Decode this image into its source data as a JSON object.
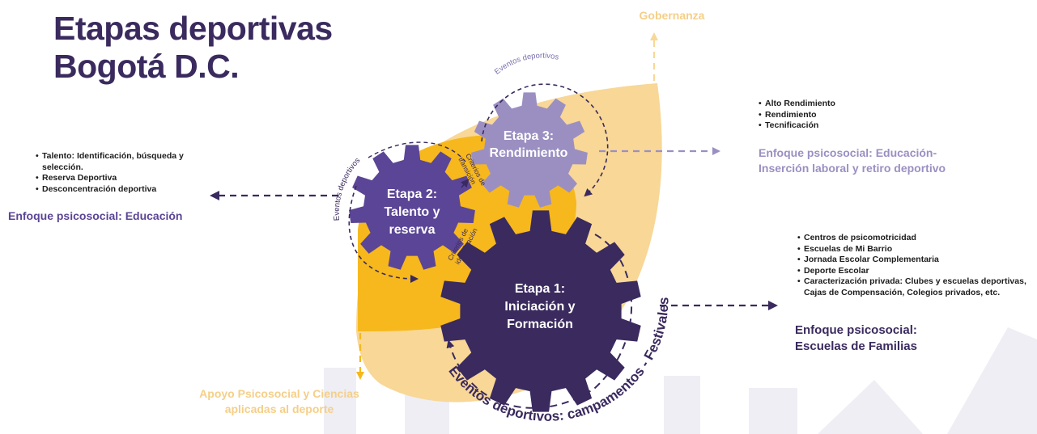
{
  "title": {
    "line1": "Etapas deportivas",
    "line2": "Bogotá D.C."
  },
  "colors": {
    "dark_purple": "#3a2a5e",
    "mid_purple": "#5b4596",
    "light_purple": "#9b8fc2",
    "orange": "#f6b81c",
    "light_orange": "#f8d797",
    "pale_orange": "#f5cf88"
  },
  "governance": {
    "label": "Gobernanza"
  },
  "support": {
    "line1": "Apoyo Psicosocial y Ciencias",
    "line2": "aplicadas al deporte"
  },
  "stages": {
    "stage1": {
      "line1": "Etapa 1:",
      "line2": "Iniciación y",
      "line3": "Formación"
    },
    "stage2": {
      "line1": "Etapa 2:",
      "line2": "Talento y",
      "line3": "reserva"
    },
    "stage3": {
      "line1": "Etapa 3:",
      "line2": "Rendimiento"
    }
  },
  "cycle_labels": {
    "events_top": "Eventos deportivos",
    "events_left": "Eventos deportivos",
    "events_bottom": "Eventos deportivos: campamentos - Festivales",
    "criteria_transition_1": "Criterios de",
    "criteria_transition_2": "transición",
    "criteria_identification_1": "Criterios de",
    "criteria_identification_2": "identificación"
  },
  "left_panel": {
    "items": [
      "Talento: Identificación, búsqueda y selección.",
      "Reserva Deportiva",
      "Desconcentración deportiva"
    ],
    "focus": "Enfoque psicosocial: Educación"
  },
  "top_right_panel": {
    "items": [
      "Alto Rendimiento",
      "Rendimiento",
      "Tecnificación"
    ],
    "focus_line1": "Enfoque psicosocial: Educación-",
    "focus_line2": "Inserción laboral y retiro deportivo"
  },
  "bottom_right_panel": {
    "items": [
      "Centros de psicomotricidad",
      "Escuelas de Mi Barrio",
      "Jornada Escolar Complementaria",
      "Deporte Escolar",
      "Caracterización privada: Clubes y escuelas deportivas, Cajas de Compensación, Colegios privados, etc."
    ],
    "focus_line1": "Enfoque psicosocial:",
    "focus_line2": "Escuelas de Familias"
  }
}
